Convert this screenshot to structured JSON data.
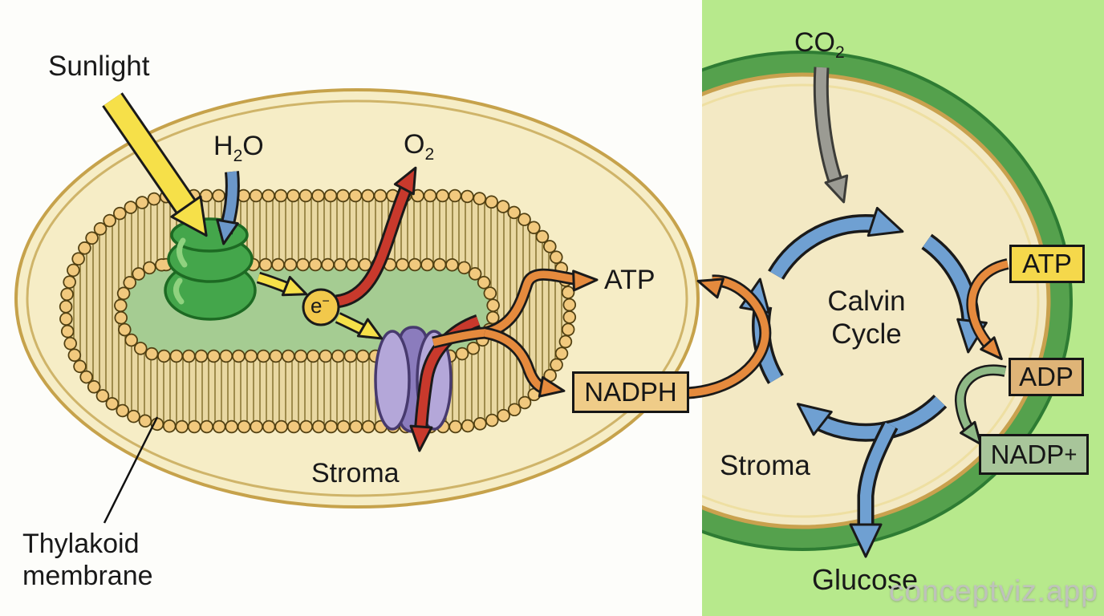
{
  "light": {
    "sunlight": "Sunlight",
    "h2o_base": "H",
    "h2o_sub": "2",
    "h2o_tail": "O",
    "o2_base": "O",
    "o2_sub": "2",
    "electron_base": "e",
    "electron_sup": "−",
    "atp": "ATP",
    "nadph": "NADPH",
    "stroma": "Stroma",
    "thylakoid_line1": "Thylakoid",
    "thylakoid_line2": "membrane"
  },
  "calvin": {
    "co2_base": "CO",
    "co2_sub": "2",
    "cycle_line1": "Calvin",
    "cycle_line2": "Cycle",
    "atp": "ATP",
    "adp": "ADP",
    "nadp_base": "NADP",
    "nadp_sup": "+",
    "stroma": "Stroma",
    "glucose": "Glucose"
  },
  "watermark": "conceptviz.app",
  "colors": {
    "left_background": "#fdfdfa",
    "right_background": "#b7e98c",
    "chloroplast_fill": "#f6edc6",
    "chloroplast_border": "#c6a24b",
    "membrane_tan": "#e9d8a2",
    "lipid_head": "#f1c97e",
    "lumen_green": "#a5cc92",
    "photosystem_green": "#44a64b",
    "complex_purple": "#8b7cbd",
    "electron_yellow": "#f2c84b",
    "sunlight_yellow": "#f6e049",
    "water_blue": "#6b97c9",
    "oxygen_red": "#c8392c",
    "energy_orange": "#e58a3d",
    "co2_gray": "#9b9b93",
    "cycle_blue": "#6fa0d2",
    "return_green": "#8fb986",
    "atp_box_fill": "#f5d84b",
    "adp_box_fill": "#dfb477",
    "nadp_box_fill": "#a8c59a",
    "nadph_box_fill": "#efcc88",
    "right_band_green": "#55a14d"
  }
}
